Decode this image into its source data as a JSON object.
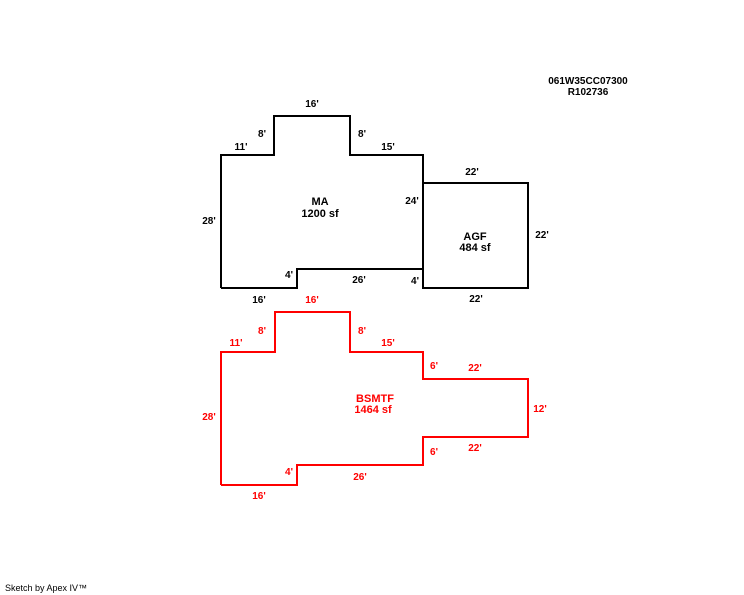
{
  "parcel": {
    "id": "061W35CC07300",
    "account": "R102736"
  },
  "colors": {
    "upper": "#000000",
    "lower": "#ff0000"
  },
  "ma": {
    "name": "MA",
    "area": "1200 sf",
    "dims": {
      "top": "16'",
      "left_step_v": "8'",
      "left_step_h": "11'",
      "right_step_v": "8'",
      "right_step_h": "15'",
      "left": "28'",
      "bottom_left": "16'",
      "notch_v": "4'",
      "notch_h": "26'",
      "right": "24'"
    }
  },
  "agf": {
    "name": "AGF",
    "area": "484 sf",
    "dims": {
      "top": "22'",
      "right": "22'",
      "bottom": "22'",
      "left_bottom": "4'"
    }
  },
  "bsmtf": {
    "name": "BSMTF",
    "area": "1464 sf",
    "dims": {
      "top": "16'",
      "left_step_v": "8'",
      "left_step_h": "11'",
      "right_step_v": "8'",
      "right_step_h": "15'",
      "upper_step_v": "6'",
      "upper_ext": "22'",
      "right": "12'",
      "lower_step_v": "6'",
      "lower_ext": "22'",
      "left": "28'",
      "bottom_left": "16'",
      "notch_v": "4'",
      "notch_h": "26'"
    }
  },
  "credit": "Sketch by Apex IV™"
}
